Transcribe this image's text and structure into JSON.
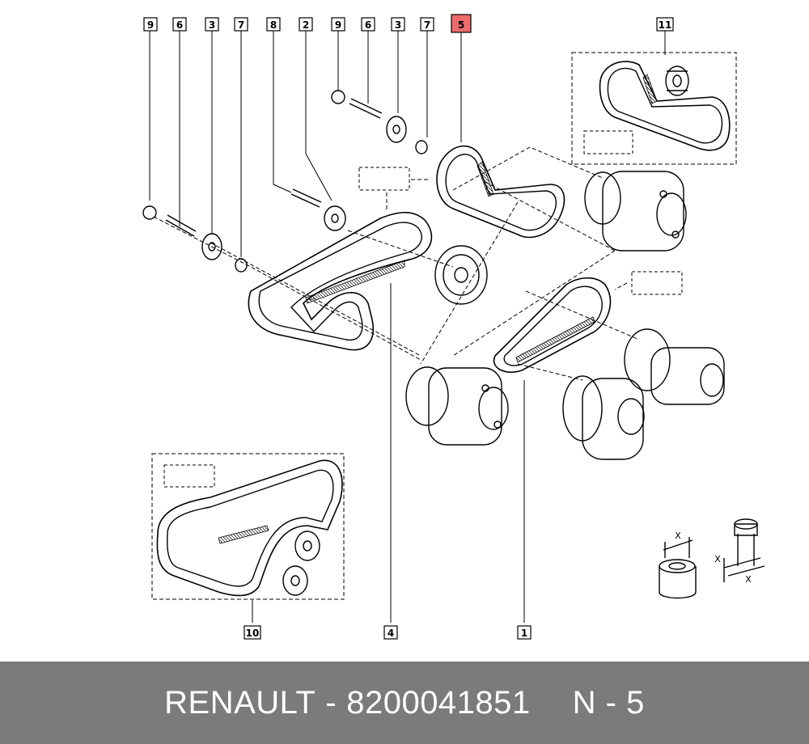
{
  "callouts": {
    "c1": "1",
    "c2": "2",
    "c3a": "3",
    "c3b": "3",
    "c4": "4",
    "c5": "5",
    "c6a": "6",
    "c6b": "6",
    "c7a": "7",
    "c7b": "7",
    "c8": "8",
    "c9a": "9",
    "c9b": "9",
    "c10": "10",
    "c11": "11"
  },
  "highlight_color": "#ee6b6b",
  "torque": {
    "x1": "X",
    "x2": "X",
    "x3": "X"
  },
  "footer": {
    "brand": "RENAULT",
    "separator": "-",
    "part_number": "8200041851",
    "position": "N - 5"
  }
}
